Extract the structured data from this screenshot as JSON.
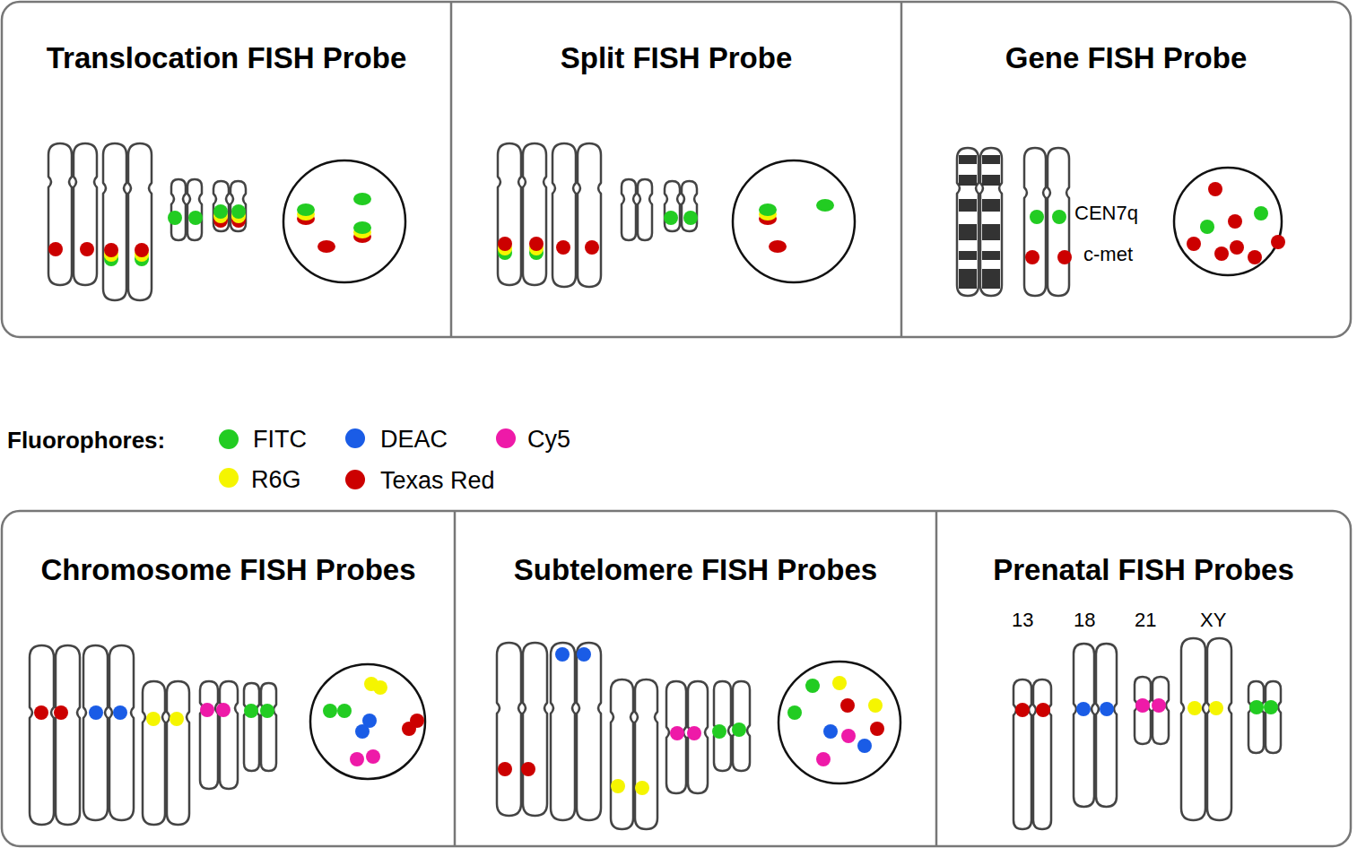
{
  "diagram": {
    "nodes": [
      {
        "text": [
          "Translocation FISH Probe"
        ]
      },
      {
        "text": [
          "Split FISH Probe"
        ]
      },
      {
        "text": [
          "Gene FISH Probe"
        ]
      },
      {
        "text": [
          "Chromosome FISH Probes"
        ]
      },
      {
        "text": [
          "Subtelomere FISH Probes"
        ]
      },
      {
        "text": [
          "Prenatal FISH Probes"
        ]
      }
    ],
    "labels": [
      "CEN7q",
      "c-met",
      "Fluorophores:",
      "13",
      "18",
      "21",
      "XY"
    ],
    "legend": [
      {
        "text": "FITC",
        "color": "#22cc22"
      },
      {
        "text": "DEAC",
        "color": "#1a5ce6"
      },
      {
        "text": "Cy5",
        "color": "#ee1aa8"
      },
      {
        "text": "R6G",
        "color": "#f5f500"
      },
      {
        "text": "Texas Red",
        "color": "#cc0000"
      }
    ]
  }
}
